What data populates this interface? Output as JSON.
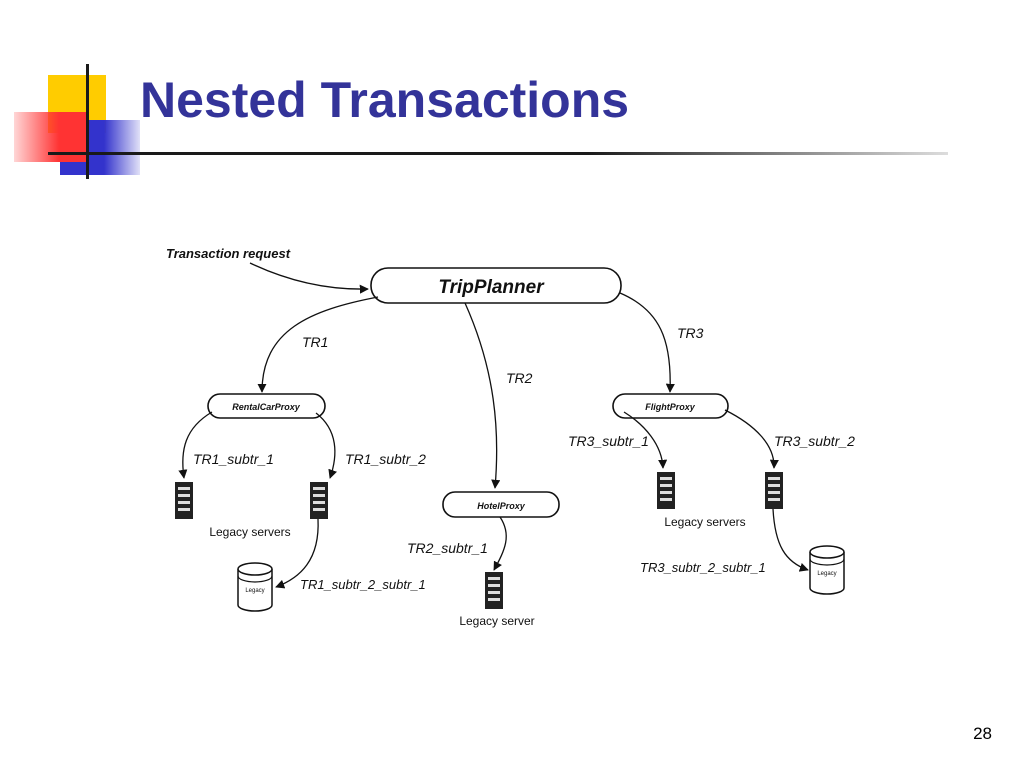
{
  "slide": {
    "title": "Nested Transactions",
    "page_number": "28",
    "title_color": "#333399",
    "accent_colors": {
      "yellow": "#ffcc00",
      "red": "#ff3333",
      "blue": "#3333cc"
    }
  },
  "diagram": {
    "request_label": "Transaction request",
    "nodes": {
      "trip_planner": "TripPlanner",
      "rental_car_proxy": "RentalCarProxy",
      "hotel_proxy": "HotelProxy",
      "flight_proxy": "FlightProxy"
    },
    "edges": {
      "tr1": "TR1",
      "tr2": "TR2",
      "tr3": "TR3",
      "tr1_subtr_1": "TR1_subtr_1",
      "tr1_subtr_2": "TR1_subtr_2",
      "tr2_subtr_1": "TR2_subtr_1",
      "tr3_subtr_1": "TR3_subtr_1",
      "tr3_subtr_2": "TR3_subtr_2",
      "tr1_subtr_2_subtr_1": "TR1_subtr_2_subtr_1",
      "tr3_subtr_2_subtr_1": "TR3_subtr_2_subtr_1"
    },
    "servers": {
      "legacy_servers_left": "Legacy servers",
      "legacy_server_middle": "Legacy server",
      "legacy_servers_right": "Legacy servers"
    },
    "database_label": "Legacy"
  }
}
